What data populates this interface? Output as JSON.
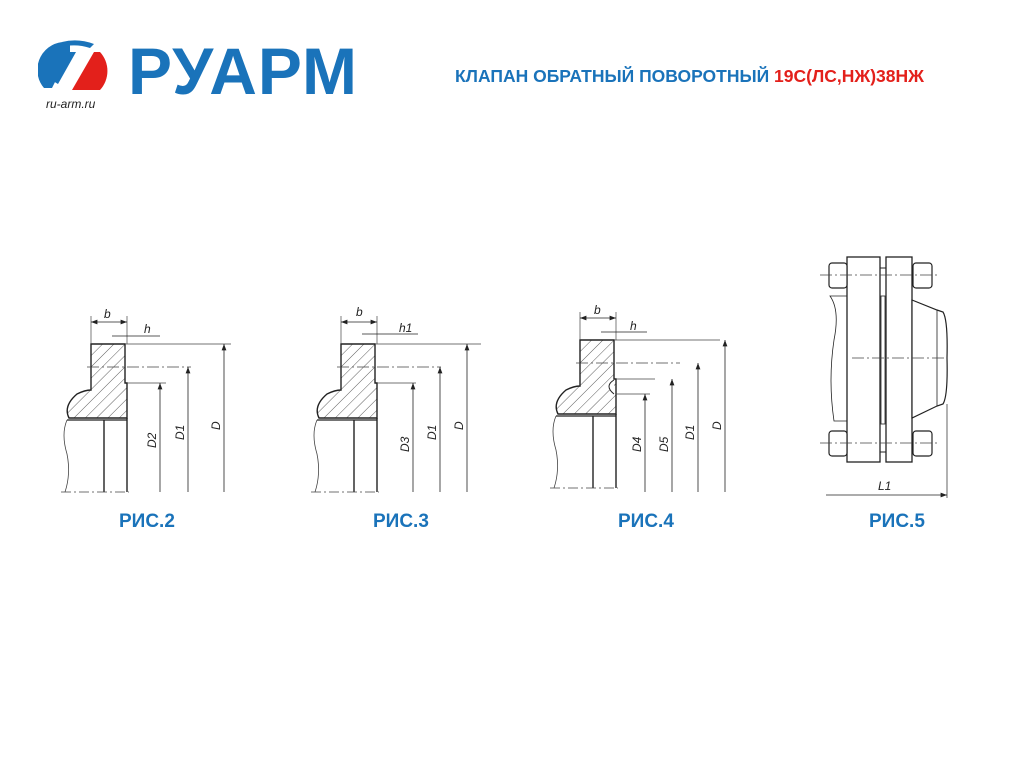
{
  "header": {
    "brand": "РУАРМ",
    "url": "ru-arm.ru",
    "title_main": "КЛАПАН ОБРАТНЫЙ ПОВОРОТНЫЙ ",
    "title_model": "19С(ЛС,НЖ)38НЖ"
  },
  "colors": {
    "brand_blue": "#1a73ba",
    "brand_red": "#e3201b"
  },
  "figures": [
    {
      "caption": "РИС.2",
      "dims": [
        "b",
        "h",
        "D2",
        "D1",
        "D"
      ]
    },
    {
      "caption": "РИС.3",
      "dims": [
        "b",
        "h1",
        "D3",
        "D1",
        "D"
      ]
    },
    {
      "caption": "РИС.4",
      "dims": [
        "b",
        "h",
        "D4",
        "D5",
        "D1",
        "D"
      ]
    },
    {
      "caption": "РИС.5",
      "dims": [
        "L1"
      ]
    }
  ]
}
